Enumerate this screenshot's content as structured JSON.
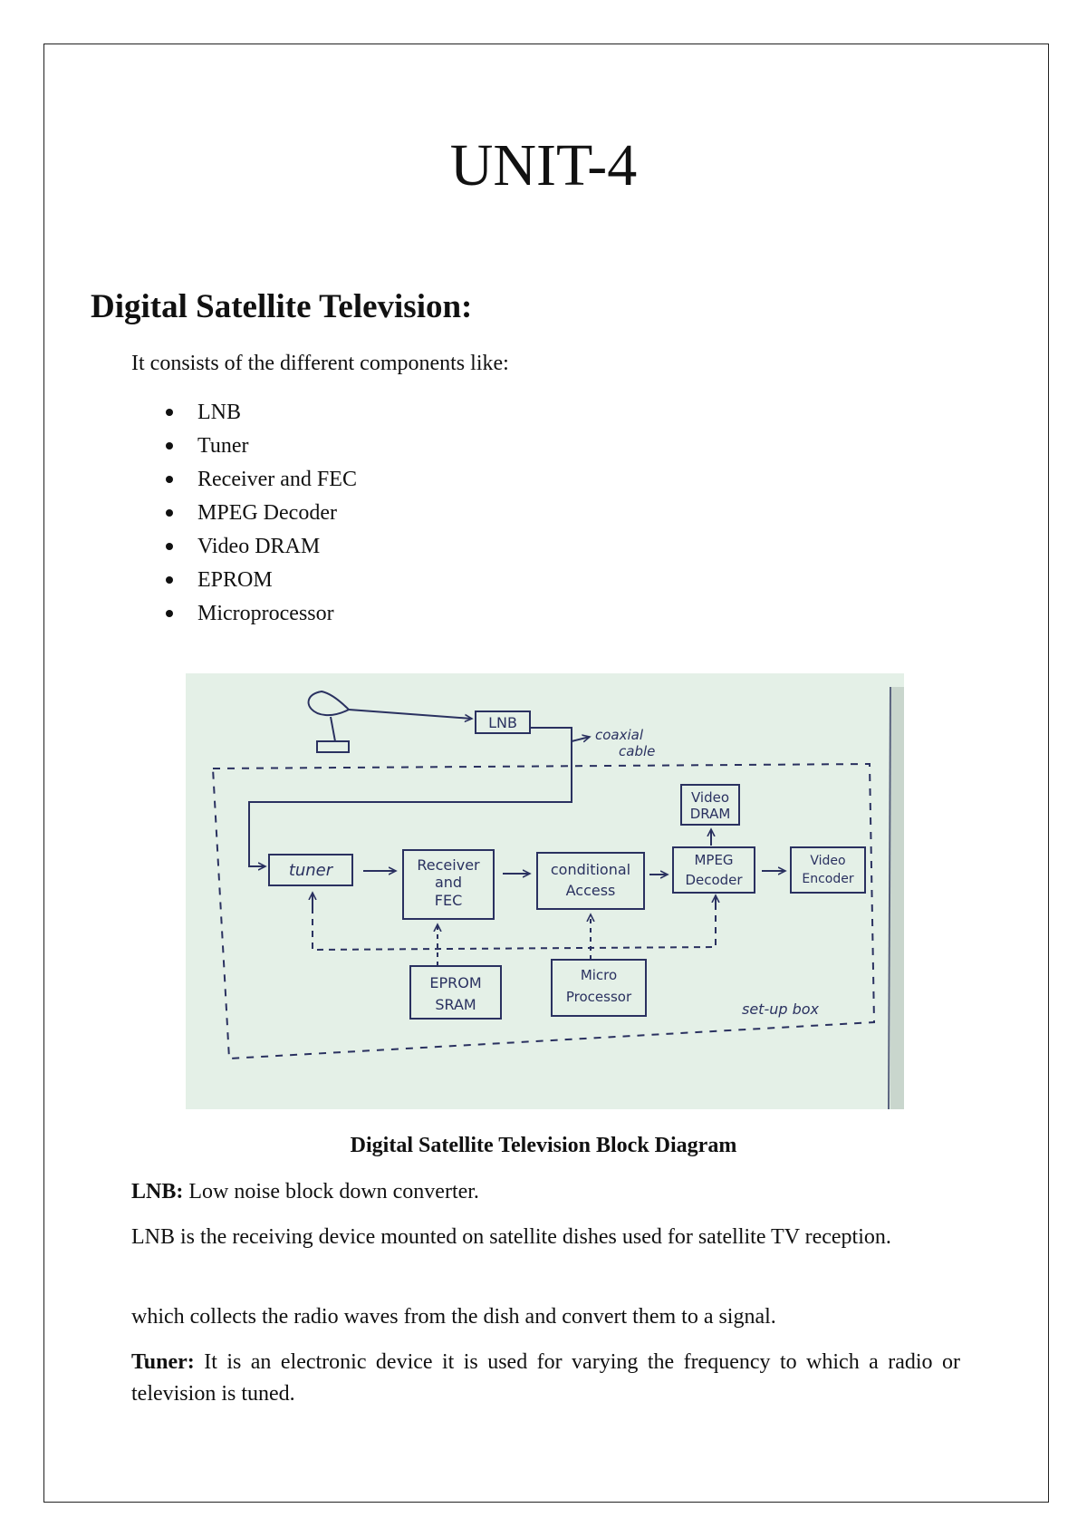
{
  "title": "UNIT-4",
  "heading": "Digital Satellite Television:",
  "intro": "It consists of the different components like:",
  "components": [
    "LNB",
    "Tuner",
    "Receiver and FEC",
    "MPEG Decoder",
    "Video DRAM",
    "EPROM",
    "Microprocessor"
  ],
  "diagram": {
    "lnb": "LNB",
    "coax_line1": "coaxial",
    "coax_line2": "cable",
    "tuner": "tuner",
    "receiver": [
      "Receiver",
      "and",
      "FEC"
    ],
    "conditional": [
      "conditional",
      "Access"
    ],
    "mpeg": [
      "MPEG",
      "Decoder"
    ],
    "video_dram": [
      "Video",
      "DRAM"
    ],
    "video_encoder": [
      "Video",
      "Encoder"
    ],
    "eprom": [
      "EPROM",
      "SRAM"
    ],
    "micro": [
      "Micro",
      "Processor"
    ],
    "setup_box": "set-up box"
  },
  "caption": "Digital Satellite Television Block Diagram",
  "paragraphs": {
    "lnb_label": "LNB:",
    "lnb_def": " Low noise block down converter.",
    "lnb_desc": "LNB is the receiving device mounted on satellite dishes used for satellite TV reception.",
    "lnb_collects": "which collects the radio waves from the dish and convert them to a signal.",
    "tuner_label": "Tuner:",
    "tuner_desc": " It is an electronic device it is used for varying the frequency to which a radio or television is tuned."
  }
}
